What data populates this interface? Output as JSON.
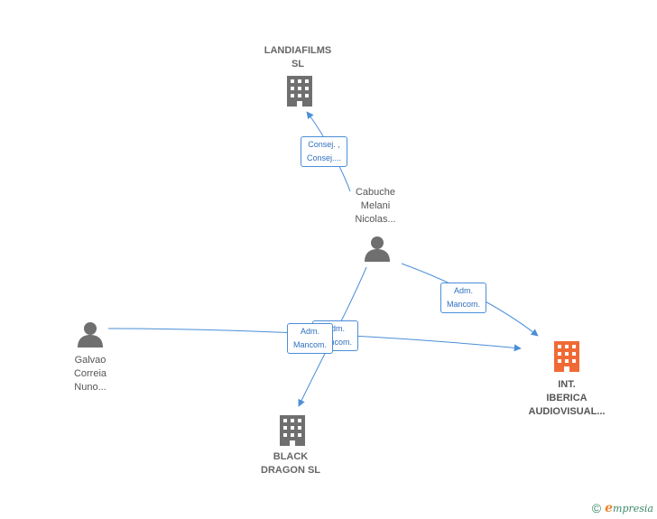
{
  "colors": {
    "edge": "#4a8ed8",
    "company": "#6f6f6f",
    "person": "#6f6f6f",
    "highlight": "#f06a35"
  },
  "nodes": {
    "landiafilms": {
      "lines": [
        "LANDIAFILMS",
        "SL"
      ],
      "icon": "building-icon"
    },
    "cabuche": {
      "lines": [
        "Cabuche",
        "Melani",
        "Nicolas..."
      ],
      "icon": "person-icon"
    },
    "galvao": {
      "lines": [
        "Galvao",
        "Correia",
        "Nuno..."
      ],
      "icon": "person-icon"
    },
    "black_dragon": {
      "lines": [
        "BLACK",
        "DRAGON SL"
      ],
      "icon": "building-icon"
    },
    "int_iberica": {
      "lines": [
        "INT.",
        "IBERICA",
        "AUDIOVISUAL..."
      ],
      "icon": "building-icon"
    }
  },
  "edges": {
    "cabuche_landiafilms": [
      "Consej. ,",
      "Consej...."
    ],
    "cabuche_iberica": [
      "Adm.",
      "Mancom."
    ],
    "cabuche_blackdragon": [
      "Adm.",
      "Mancom."
    ],
    "galvao_iberica": [
      "Adm.",
      "Mancom."
    ]
  },
  "footer": {
    "copyright": "©",
    "brand_initial": "e",
    "brand_rest": "mpresia"
  }
}
